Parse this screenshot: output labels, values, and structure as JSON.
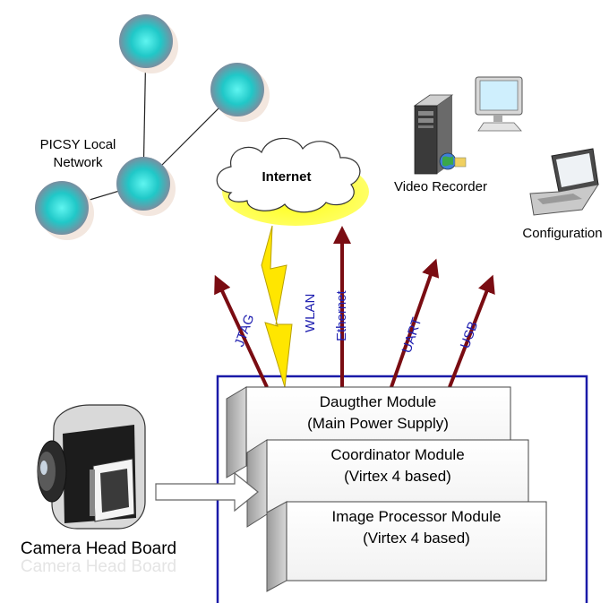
{
  "network": {
    "label_line1": "PICSY Local",
    "label_line2": "Network"
  },
  "internet": {
    "label": "Internet"
  },
  "devices": {
    "video_recorder": "Video Recorder",
    "configuration": "Configuration"
  },
  "links": {
    "jtag": "JTAG",
    "wlan": "WLAN",
    "ethernet": "Ethernet",
    "uart": "UART",
    "usb": "USB"
  },
  "modules": [
    {
      "name": "Daugther Module",
      "detail": "(Main Power Supply)"
    },
    {
      "name": "Coordinator Module",
      "detail": "(Virtex 4 based)"
    },
    {
      "name": "Image Processor Module",
      "detail": "(Virtex 4 based)"
    }
  ],
  "camera": {
    "label": "Camera Head Board",
    "reflection": "Camera Head Board"
  },
  "colors": {
    "node_fill": "#1fc8c8",
    "arrow": "#7a0c12",
    "link_text": "#1f1fb0",
    "frame": "#1a1aa8",
    "cloud_glow": "#f5f000",
    "wlan_bolt": "#e8d21a"
  }
}
